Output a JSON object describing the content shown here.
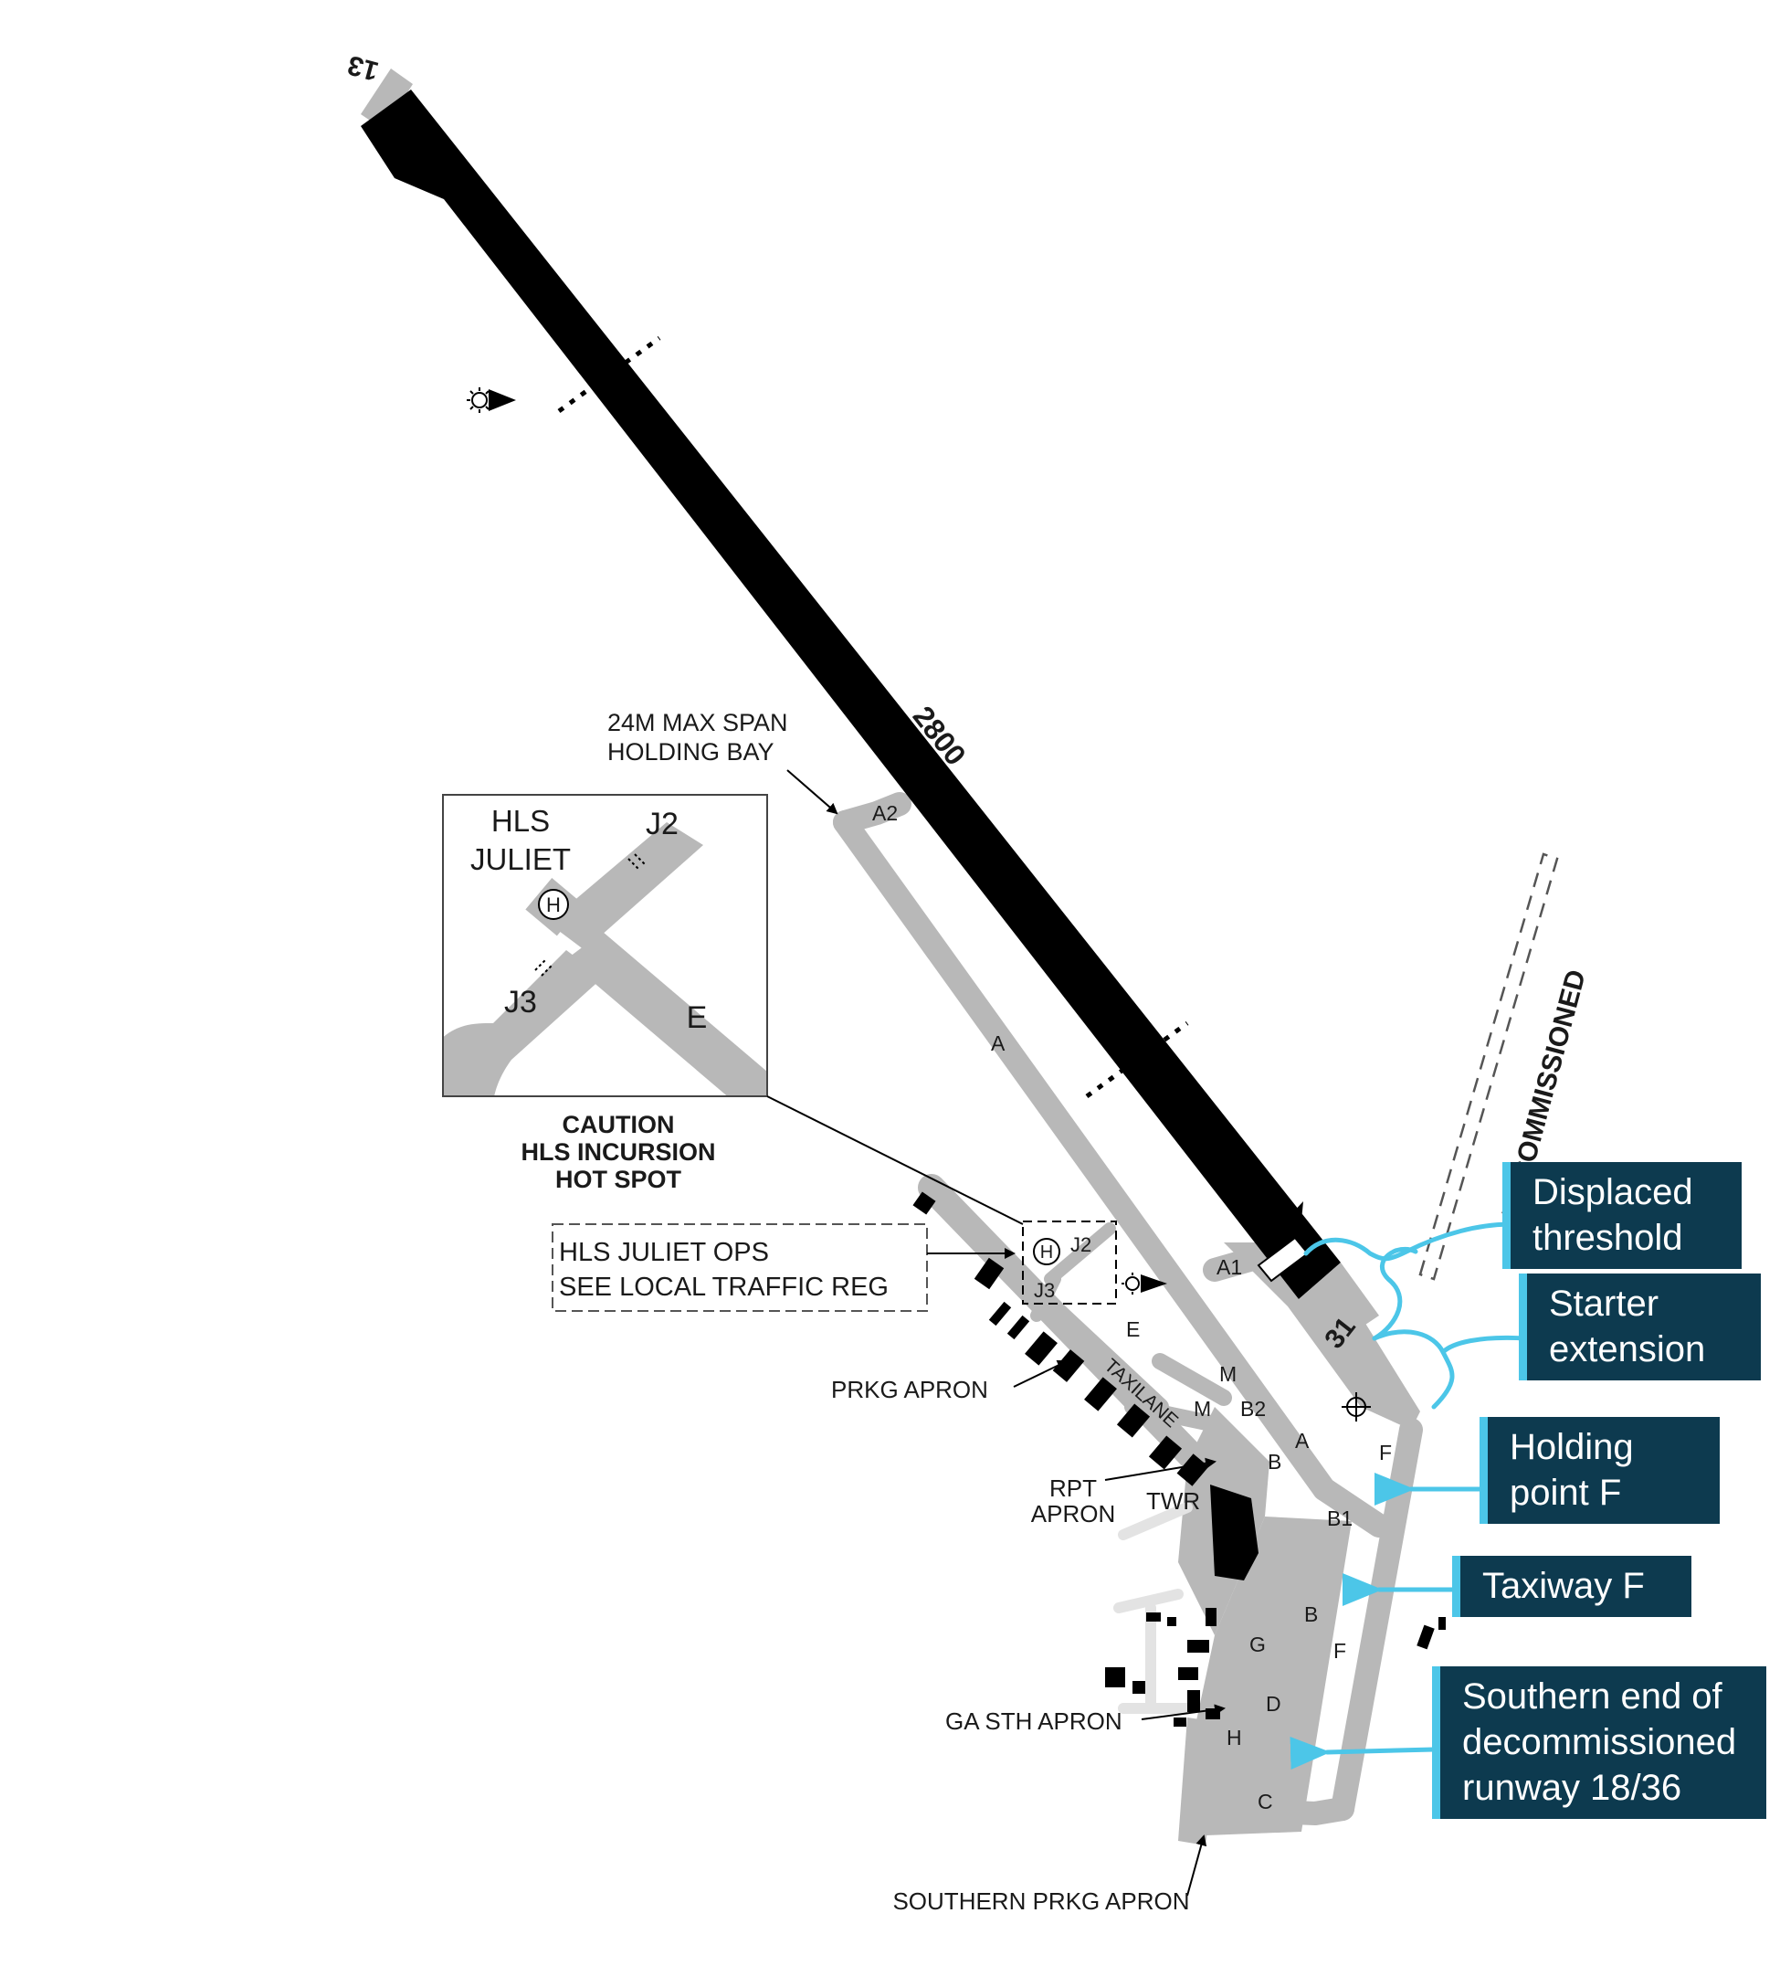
{
  "runway": {
    "end_13": "13",
    "end_31": "31",
    "length": "2800",
    "decommissioned": "DECOMMISSIONED"
  },
  "labels": {
    "holding_bay": "24M MAX SPAN\nHOLDING BAY",
    "caution": "CAUTION\nHLS INCURSION\nHOT SPOT",
    "juliet_ops": "HLS JULIET OPS\nSEE LOCAL TRAFFIC REG",
    "prkg_apron": "PRKG APRON",
    "taxilane": "TAXILANE",
    "rpt_apron": "RPT\nAPRON",
    "twr": "TWR",
    "ga_sth_apron": "GA STH APRON",
    "southern_prkg_apron": "SOUTHERN PRKG APRON"
  },
  "inset": {
    "hls_title": "HLS\nJULIET",
    "j2": "J2",
    "j3": "J3",
    "e": "E",
    "helipad": "H"
  },
  "taxiways": {
    "a2": "A2",
    "a": "A",
    "a1": "A1",
    "a_lower": "A",
    "j2": "J2",
    "j3": "J3",
    "e": "E",
    "h_pad": "H",
    "m1": "M",
    "m2": "M",
    "b2": "B2",
    "b": "B",
    "b1": "B1",
    "b_lower": "B",
    "f": "F",
    "f_lower": "F",
    "g": "G",
    "d": "D",
    "h": "H",
    "c": "C"
  },
  "callouts": [
    {
      "id": "displaced-threshold",
      "text": "Displaced\nthreshold"
    },
    {
      "id": "starter-extension",
      "text": "Starter\nextension"
    },
    {
      "id": "holding-point-f",
      "text": "Holding\npoint F"
    },
    {
      "id": "taxiway-f",
      "text": "Taxiway F"
    },
    {
      "id": "southern-end",
      "text": "Southern end of\ndecommissioned\nrunway 18/36"
    }
  ],
  "colors": {
    "runway": "#000000",
    "taxiway": "#b8b8b8",
    "callout_bg": "#0d3a4f",
    "callout_accent": "#4cc6e8",
    "callout_text": "#ffffff"
  }
}
